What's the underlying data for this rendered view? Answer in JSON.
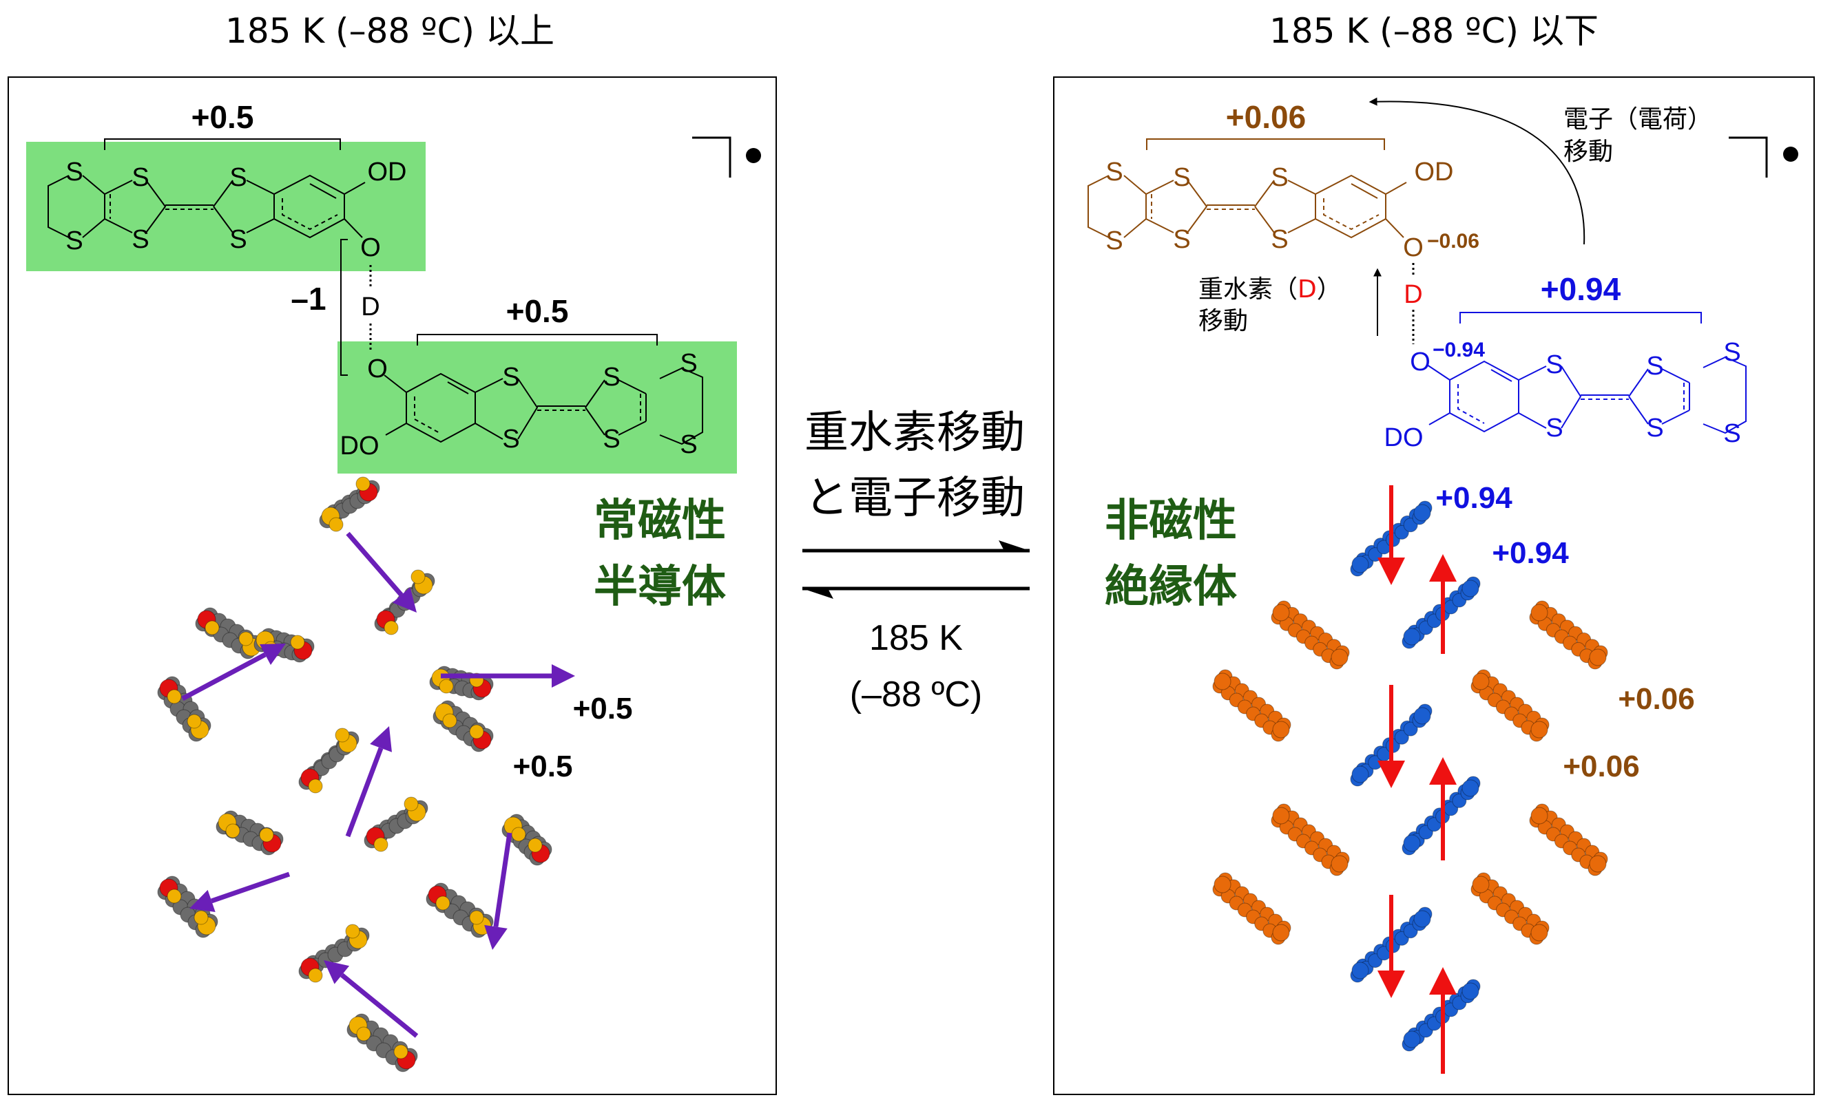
{
  "left_panel": {
    "title": "185 K (–88 ºC) 以上",
    "charge_top": "+0.5",
    "charge_bottom": "+0.5",
    "charge_bridge": "–1",
    "state_line1": "常磁性",
    "state_line2": "半導体",
    "crystal_charge_a": "+0.5",
    "crystal_charge_b": "+0.5",
    "upper_molecule": {
      "s1": "S",
      "s2": "S",
      "s3": "S",
      "s4": "S",
      "s5": "S",
      "s6": "S",
      "od": "OD",
      "o": "O"
    },
    "lower_molecule": {
      "s1": "S",
      "s2": "S",
      "s3": "S",
      "s4": "S",
      "s5": "S",
      "s6": "S",
      "do": "DO",
      "o": "O"
    },
    "bridge_d": "D"
  },
  "right_panel": {
    "title": "185 K (–88 ºC) 以下",
    "charge_upper": "+0.06",
    "charge_lower": "+0.94",
    "o_charge_upper": "−0.06",
    "o_charge_lower": "−0.94",
    "electron_label_line1": "電子（電荷）",
    "electron_label_line2": "移動",
    "deuterium_label_prefix": "重水素（",
    "deuterium_label_d": "D",
    "deuterium_label_suffix": "）",
    "deuterium_label_line2": "移動",
    "state_line1": "非磁性",
    "state_line2": "絶縁体",
    "crystal_blue_a": "+0.94",
    "crystal_blue_b": "+0.94",
    "crystal_orange_a": "+0.06",
    "crystal_orange_b": "+0.06",
    "upper_molecule": {
      "s1": "S",
      "s2": "S",
      "s3": "S",
      "s4": "S",
      "s5": "S",
      "s6": "S",
      "od": "OD",
      "o": "O"
    },
    "lower_molecule": {
      "s1": "S",
      "s2": "S",
      "s3": "S",
      "s4": "S",
      "s5": "S",
      "s6": "S",
      "do": "DO",
      "o": "O"
    },
    "bridge_d": "D"
  },
  "center": {
    "process_line1": "重水素移動",
    "process_line2": "と電子移動",
    "temp_line1": "185 K",
    "temp_line2": "(–88 ºC)"
  },
  "colors": {
    "green_highlight": "#7ddf7e",
    "state_green": "#1f5c14",
    "brown": "#8b4a0b",
    "blue": "#1010e0",
    "red": "#ee1111",
    "purple": "#6a1fb8",
    "crystal_gray": "#6b6b6b",
    "crystal_yellow": "#f0b000",
    "crystal_orange": "#e86a0a",
    "crystal_blue": "#1a5ed0"
  }
}
